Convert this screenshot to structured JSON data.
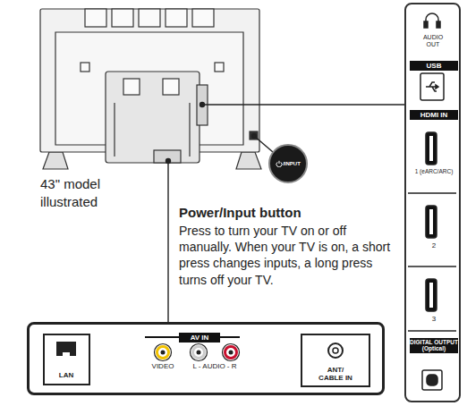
{
  "diagram": {
    "nodes": [
      {
        "text": [
          "AUDIO OUT",
          "USB",
          "HDMI IN",
          "1 (eARC/ARC)",
          "2",
          "3",
          "DIGITAL OUTPUT (Optical)"
        ]
      },
      {
        "text": [
          "/INPUT"
        ]
      },
      {
        "text": [
          "AV IN",
          "VIDEO",
          "L - AUDIO - R"
        ]
      },
      {
        "text": [
          "LAN"
        ],
        "in": 2
      },
      {
        "text": [
          "ANT/ CABLE IN"
        ],
        "in": 2
      }
    ],
    "labels": [
      "43\" model illustrated",
      "Power/Input button",
      "Press to turn your TV on or off manually. When your TV is on, a short press changes inputs, a long press turns off your TV."
    ]
  }
}
